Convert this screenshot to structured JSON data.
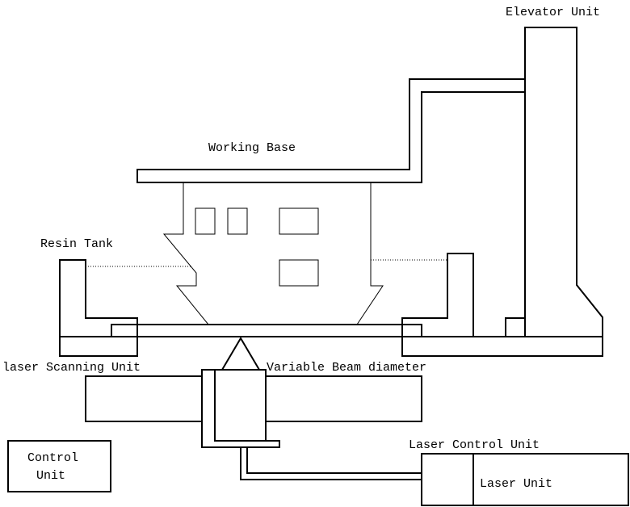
{
  "diagram": {
    "title": "Stereolithography apparatus schematic",
    "labels": {
      "elevator_unit": "Elevator Unit",
      "working_base": "Working Base",
      "resin_tank": "Resin Tank",
      "laser_scanning_unit": "laser Scanning Unit",
      "variable_beam_diameter": "Variable Beam diameter",
      "laser_control_unit": "Laser Control Unit",
      "laser_unit": "Laser Unit",
      "control_unit_line1": "Control",
      "control_unit_line2": "Unit"
    },
    "colors": {
      "stroke": "#000000",
      "background": "#ffffff"
    }
  }
}
